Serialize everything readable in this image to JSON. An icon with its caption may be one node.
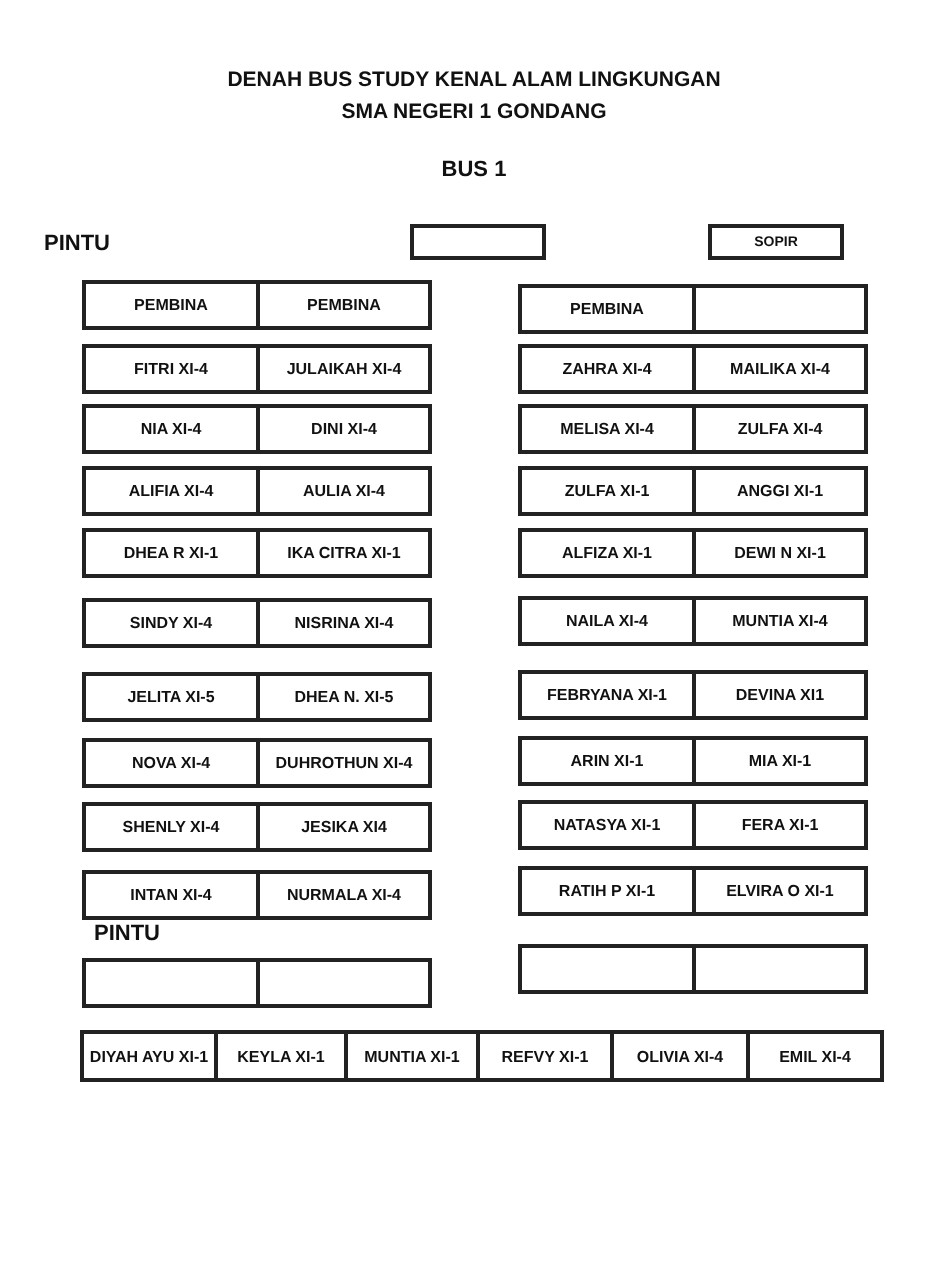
{
  "diagram": {
    "title": "DENAH BUS STUDY KENAL ALAM LINGKUNGAN SMA NEGERI 1 GONDANG",
    "nodes": [
      {
        "text": [],
        "shape": "box"
      },
      {
        "text": [
          "SOPIR"
        ]
      },
      {
        "text": [
          "PEMBINA"
        ]
      },
      {
        "text": [
          "PEMBINA"
        ]
      },
      {
        "text": [
          "PEMBINA"
        ]
      },
      {
        "text": [],
        "shape": "box"
      },
      {
        "text": [
          "FITRI XI-4"
        ]
      },
      {
        "text": [
          "JULAIKAH XI-4"
        ]
      },
      {
        "text": [
          "ZAHRA XI-4"
        ]
      },
      {
        "text": [
          "MAILIKA XI-4"
        ]
      },
      {
        "text": [
          "NIA XI-4"
        ]
      },
      {
        "text": [
          "DINI XI-4"
        ]
      },
      {
        "text": [
          "MELISA XI-4"
        ]
      },
      {
        "text": [
          "ZULFA XI-4"
        ]
      },
      {
        "text": [
          "ALIFIA XI-4"
        ]
      },
      {
        "text": [
          "AULIA XI-4"
        ]
      },
      {
        "text": [
          "ZULFA XI-1"
        ]
      },
      {
        "text": [
          "ANGGI XI-1"
        ]
      },
      {
        "text": [
          "DHEA R XI-1"
        ]
      },
      {
        "text": [
          "IKA CITRA XI-1"
        ]
      },
      {
        "text": [
          "ALFIZA XI-1"
        ]
      },
      {
        "text": [
          "DEWI N XI-1"
        ]
      },
      {
        "text": [
          "SINDY XI-4"
        ]
      },
      {
        "text": [
          "NISRINA XI-4"
        ]
      },
      {
        "text": [
          "NAILA XI-4"
        ]
      },
      {
        "text": [
          "MUNTIA XI-4"
        ]
      },
      {
        "text": [
          "JELITA XI-5"
        ]
      },
      {
        "text": [
          "DHEA N. XI-5"
        ]
      },
      {
        "text": [
          "FEBRYANA XI-1"
        ]
      },
      {
        "text": [
          "DEVINA XI1"
        ]
      },
      {
        "text": [
          "NOVA XI-4"
        ]
      },
      {
        "text": [
          "DUHROTHUN XI-4"
        ]
      },
      {
        "text": [
          "ARIN XI-1"
        ]
      },
      {
        "text": [
          "MIA XI-1"
        ]
      },
      {
        "text": [
          "SHENLY XI-4"
        ]
      },
      {
        "text": [
          "JESIKA XI4"
        ]
      },
      {
        "text": [
          "NATASYA XI-1"
        ]
      },
      {
        "text": [
          "FERA XI-1"
        ]
      },
      {
        "text": [
          "INTAN XI-4"
        ]
      },
      {
        "text": [
          "NURMALA XI-4"
        ]
      },
      {
        "text": [
          "RATIH P XI-1"
        ]
      },
      {
        "text": [
          "ELVIRA O XI-1"
        ]
      },
      {
        "text": [],
        "shape": "box"
      },
      {
        "text": [],
        "shape": "box"
      },
      {
        "text": [],
        "shape": "box"
      },
      {
        "text": [],
        "shape": "box"
      },
      {
        "text": [
          "DIYAH AYU XI-1"
        ]
      },
      {
        "text": [
          "KEYLA XI-1"
        ]
      },
      {
        "text": [
          "MUNTIA XI-1"
        ]
      },
      {
        "text": [
          "REFVY XI-1"
        ]
      },
      {
        "text": [
          "OLIVIA XI-4"
        ]
      },
      {
        "text": [
          "EMIL XI-4"
        ]
      }
    ],
    "labels": [
      "BUS 1",
      "PINTU",
      "PINTU"
    ]
  }
}
